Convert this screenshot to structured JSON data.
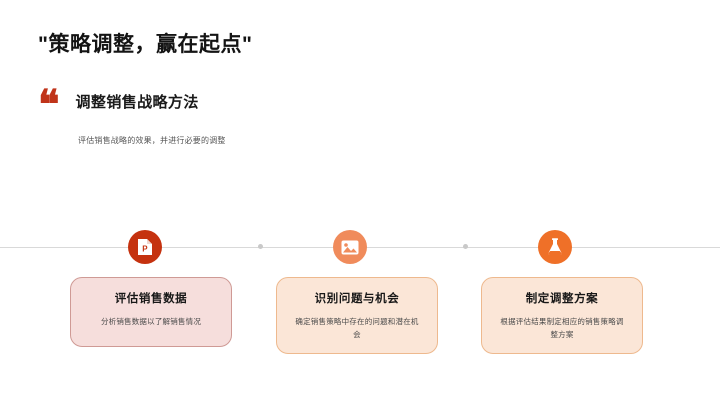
{
  "slide": {
    "title": "\"策略调整，赢在起点\"",
    "quote_glyph": "❝",
    "section_heading": "调整销售战略方法",
    "section_subtitle": "评估销售战略的效果，并进行必要的调整"
  },
  "timeline": {
    "nodes": [
      {
        "icon": "powerpoint-file-icon",
        "color": "#c5320f"
      },
      {
        "icon": "image-picture-icon",
        "color": "#f08b5b"
      },
      {
        "icon": "flask-beaker-icon",
        "color": "#ef7028"
      }
    ]
  },
  "cards": [
    {
      "title": "评估销售数据",
      "description": "分析销售数据以了解销售情况",
      "background": "#f6dedc",
      "border": "#cf9a95"
    },
    {
      "title": "识别问题与机会",
      "description": "确定销售策略中存在的问题和潜在机会",
      "background": "#fbe6d7",
      "border": "#eeb98e"
    },
    {
      "title": "制定调整方案",
      "description": "根据评估结果制定相应的销售策略调整方案",
      "background": "#fbe6d7",
      "border": "#eeb98e"
    }
  ],
  "colors": {
    "accent_red": "#c0341a",
    "accent_orange": "#ef7028",
    "line": "#d9d9d9",
    "text_dark": "#141414",
    "text_muted": "#555555"
  }
}
